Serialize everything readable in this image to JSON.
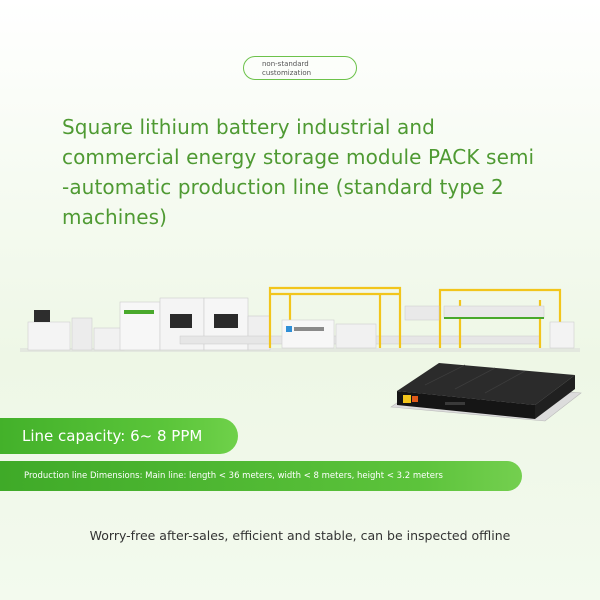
{
  "badge": {
    "line1": "non-standard",
    "line2": "customization"
  },
  "title": {
    "lines": [
      "Square lithium battery industrial and",
      "commercial energy storage module PACK semi",
      "-automatic production line (standard type 2",
      "machines)"
    ]
  },
  "capacity": {
    "text": "Line capacity: 6~ 8 PPM"
  },
  "dimensions": {
    "text": "Production line Dimensions: Main line: length < 36 meters, width < 8 meters, height < 3.2 meters"
  },
  "footer": {
    "text": "Worry-free after-sales, efficient and stable, can be inspected offline"
  },
  "colors": {
    "accent": "#4f9a33",
    "bar": "#4bb52f",
    "frame_yellow": "#f2c51b"
  },
  "illustrations": {
    "production_line": "production-line-illustration",
    "battery": "battery-module-illustration"
  }
}
